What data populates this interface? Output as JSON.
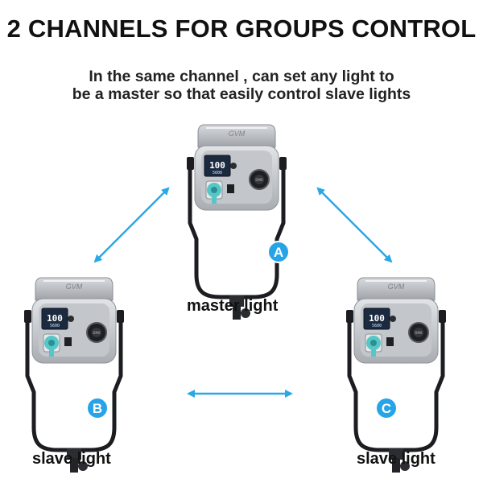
{
  "heading": "2 CHANNELS FOR GROUPS CONTROL",
  "subtitle_line1": "In the same channel , can set any light to",
  "subtitle_line2": "be a master so that easily control slave lights",
  "lights": [
    {
      "id": "A",
      "label": "master light",
      "brand": "GVM",
      "display": "100",
      "color": "5600"
    },
    {
      "id": "B",
      "label": "slave light",
      "brand": "GVM",
      "display": "100",
      "color": "5600"
    },
    {
      "id": "C",
      "label": "slave light",
      "brand": "GVM",
      "display": "100",
      "color": "5600"
    }
  ],
  "colors": {
    "arrow": "#2aa8e6",
    "badge": "#27a4e8",
    "body": "#c9ccd0",
    "screen": "#1c2a40",
    "knob_accent": "#56c7c7"
  }
}
